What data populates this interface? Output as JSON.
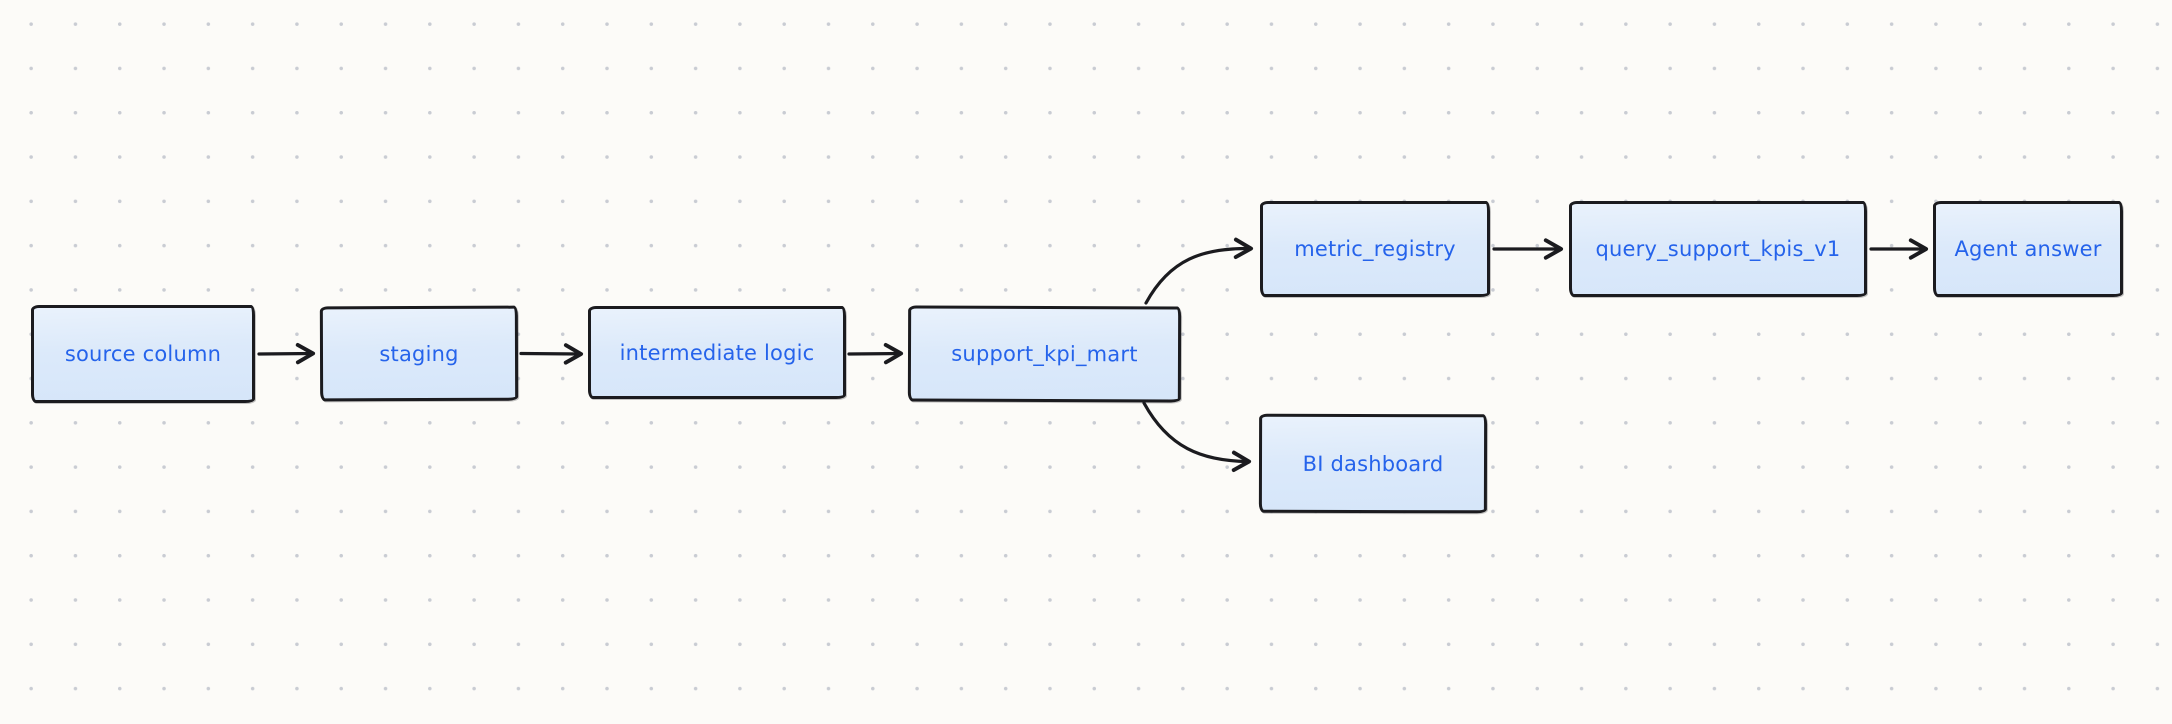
{
  "diagram": {
    "type": "flowchart",
    "direction": "left-to-right",
    "nodes": [
      {
        "id": "source_column",
        "label": "source column"
      },
      {
        "id": "staging",
        "label": "staging"
      },
      {
        "id": "intermediate_logic",
        "label": "intermediate logic"
      },
      {
        "id": "support_kpi_mart",
        "label": "support_kpi_mart"
      },
      {
        "id": "metric_registry",
        "label": "metric_registry"
      },
      {
        "id": "query_support_kpis_v1",
        "label": "query_support_kpis_v1"
      },
      {
        "id": "agent_answer",
        "label": "Agent answer"
      },
      {
        "id": "bi_dashboard",
        "label": "BI dashboard"
      }
    ],
    "edges": [
      {
        "from": "source_column",
        "to": "staging"
      },
      {
        "from": "staging",
        "to": "intermediate_logic"
      },
      {
        "from": "intermediate_logic",
        "to": "support_kpi_mart"
      },
      {
        "from": "support_kpi_mart",
        "to": "metric_registry"
      },
      {
        "from": "support_kpi_mart",
        "to": "bi_dashboard"
      },
      {
        "from": "metric_registry",
        "to": "query_support_kpis_v1"
      },
      {
        "from": "query_support_kpis_v1",
        "to": "agent_answer"
      }
    ]
  },
  "colors": {
    "canvas_background": "#fcfbf8",
    "grid_dot": "#c9ccd3",
    "node_fill": "#dbe9fa",
    "node_border": "#1b1b1f",
    "node_text": "#2563eb",
    "edge_stroke": "#1b1b1f"
  }
}
